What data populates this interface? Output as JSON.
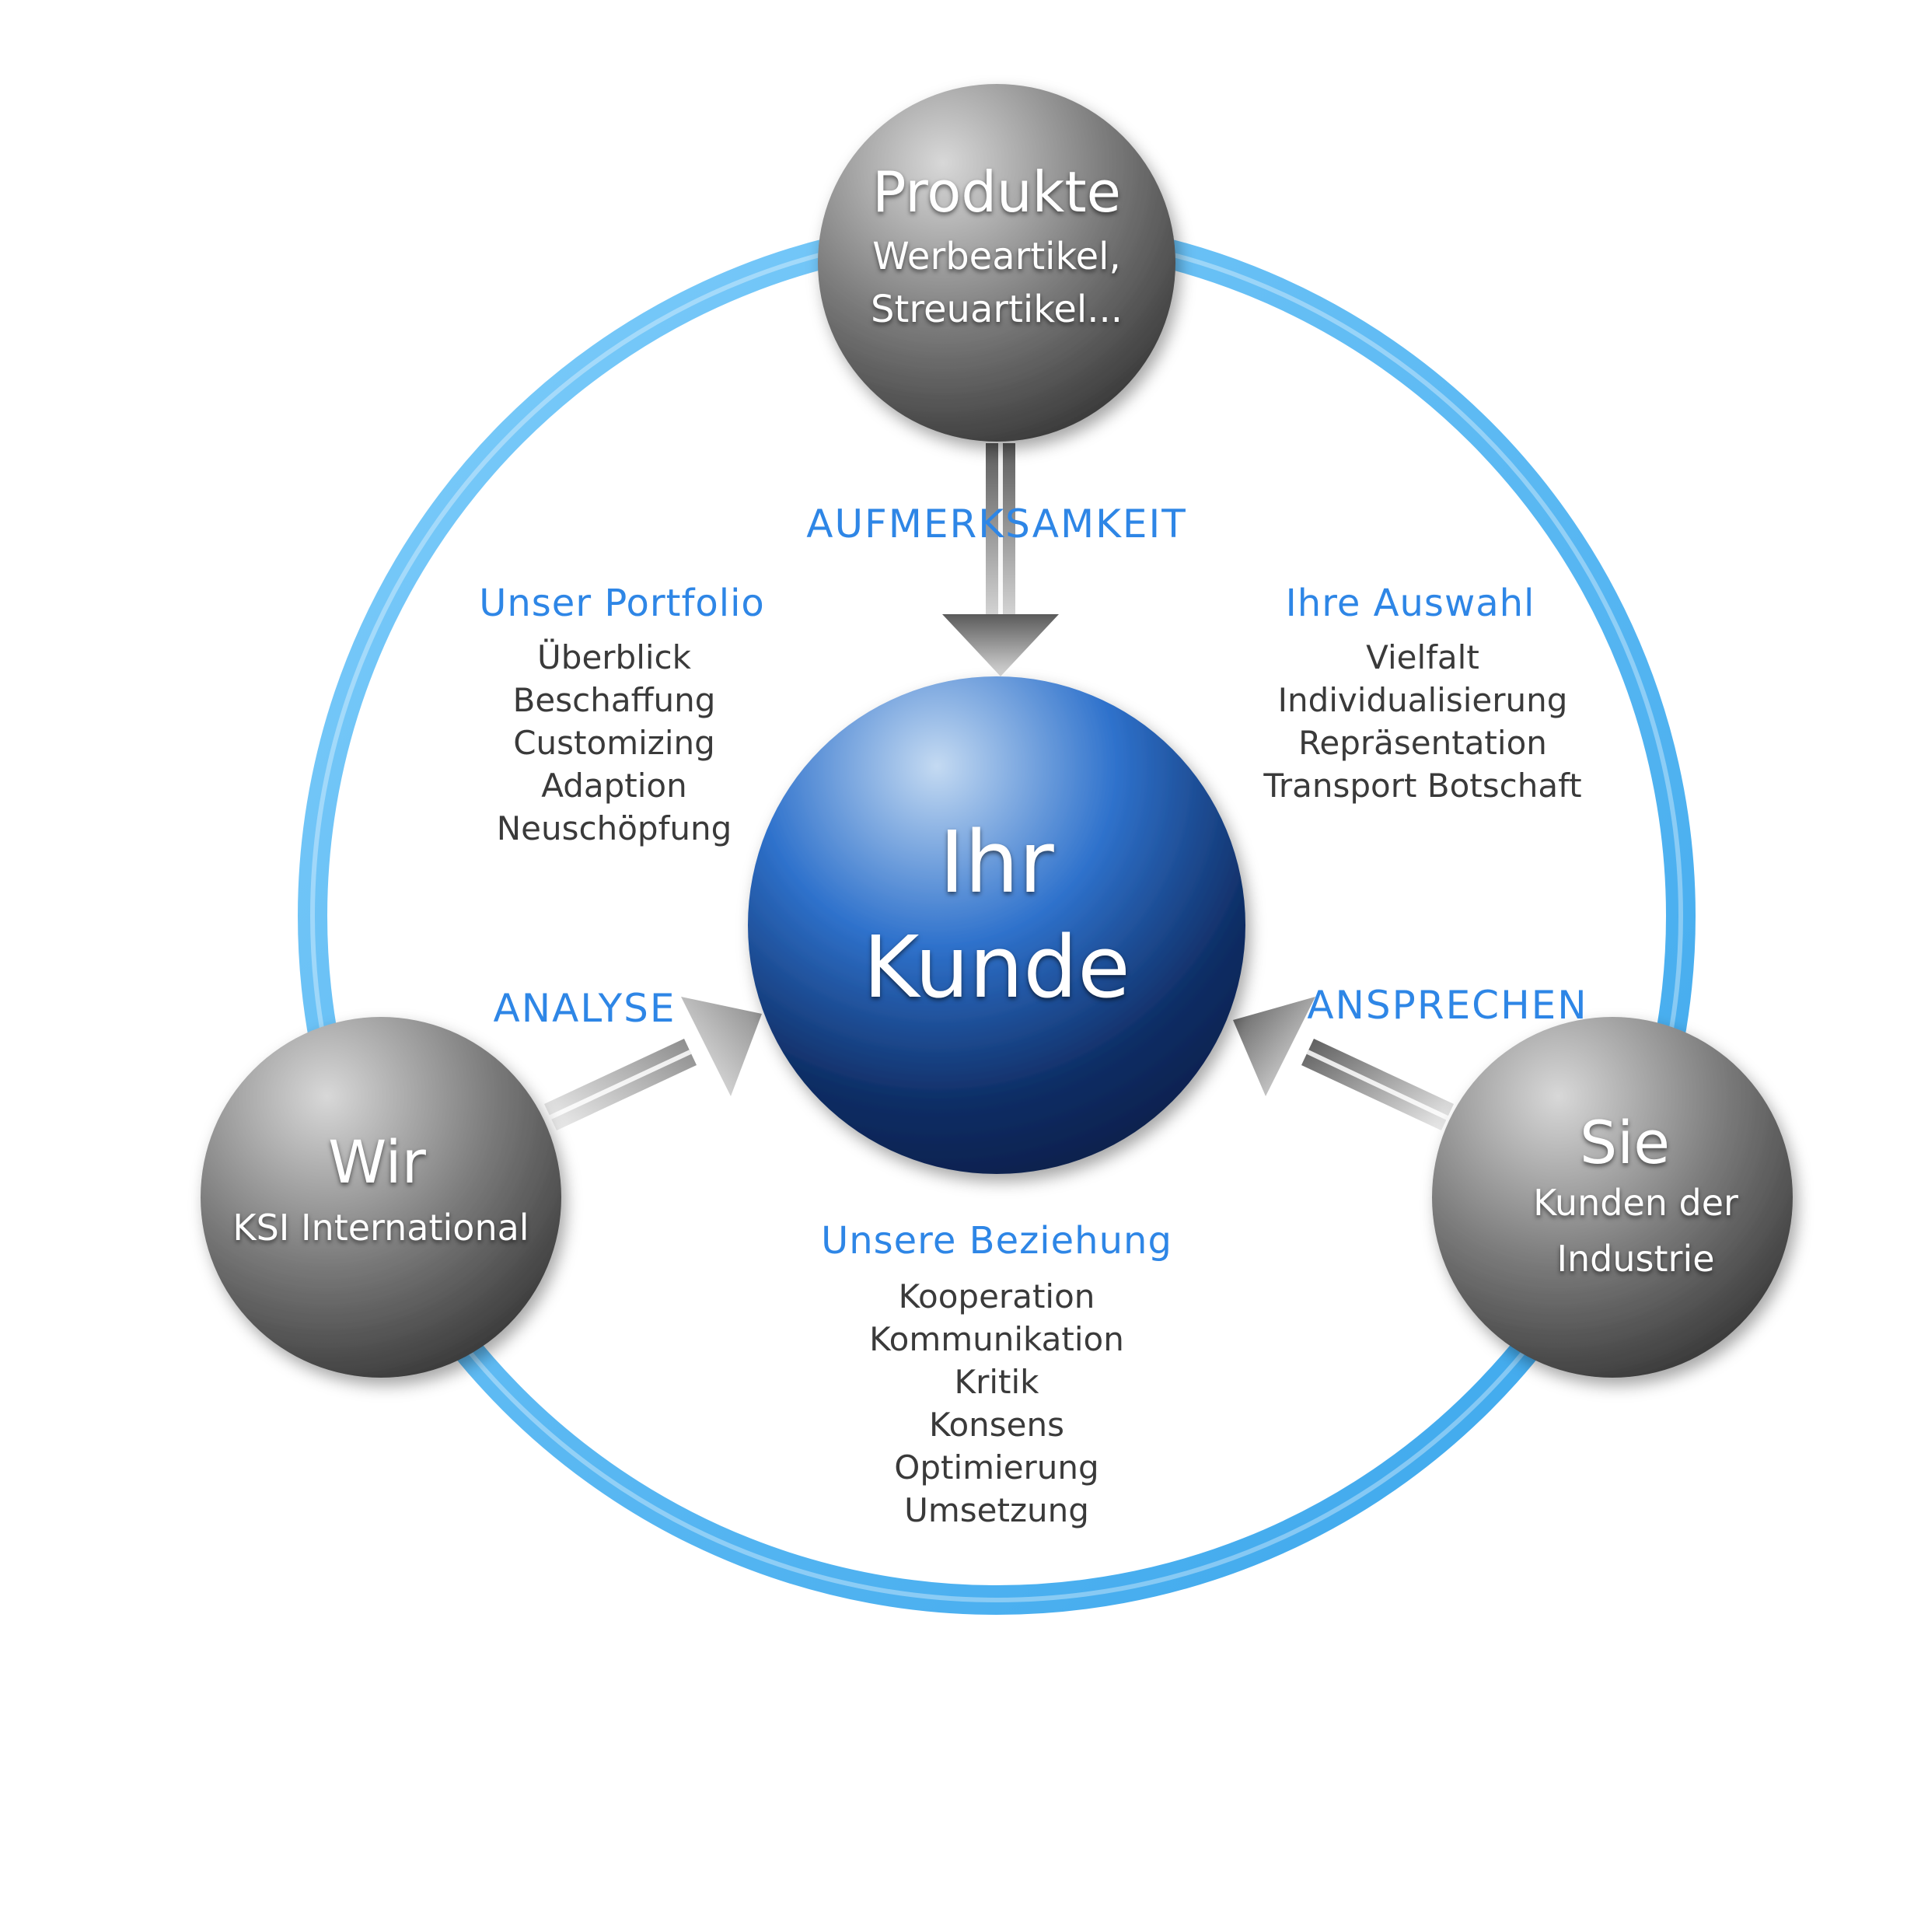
{
  "colors": {
    "ring": "#5ab8f5",
    "accent_text": "#2e86e6",
    "body_text": "#3a3a3a",
    "node_light": "#d2d2d2",
    "node_dark": "#3a3a3a",
    "center_light": "#b8d2ee",
    "center_mid": "#2a6cc8",
    "center_dark": "#0b2453"
  },
  "center": {
    "line1": "Ihr",
    "line2": "Kunde"
  },
  "nodes": {
    "top": {
      "title": "Produkte",
      "line1": "Werbeartikel,",
      "line2": "Streuartikel..."
    },
    "left": {
      "title": "Wir",
      "line1": "KSI International"
    },
    "right": {
      "title": "Sie",
      "line1": "Kunden der",
      "line2": "Industrie"
    }
  },
  "arrows": {
    "top": "AUFMERKSAMKEIT",
    "left": "ANALYSE",
    "right": "ANSPRECHEN"
  },
  "sections": {
    "portfolio": {
      "title": "Unser Portfolio",
      "items": [
        "Überblick",
        "Beschaffung",
        "Customizing",
        "Adaption",
        "Neuschöpfung"
      ]
    },
    "auswahl": {
      "title": "Ihre Auswahl",
      "items": [
        "Vielfalt",
        "Individualisierung",
        "Repräsentation",
        "Transport Botschaft"
      ]
    },
    "beziehung": {
      "title": "Unsere Beziehung",
      "items": [
        "Kooperation",
        "Kommunikation",
        "Kritik",
        "Konsens",
        "Optimierung",
        "Umsetzung"
      ]
    }
  }
}
